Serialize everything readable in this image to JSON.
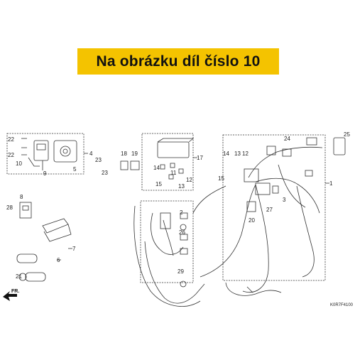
{
  "header": {
    "title": "Na obrázku díl číslo 10"
  },
  "diagram": {
    "code": "K0R7F4100",
    "direction_label": "FR.",
    "callouts": [
      "1",
      "2",
      "3",
      "4",
      "5",
      "6",
      "7",
      "8",
      "9",
      "10",
      "11",
      "12",
      "13",
      "14",
      "15",
      "17",
      "18",
      "19",
      "20",
      "21",
      "22",
      "23",
      "24",
      "25",
      "26",
      "27",
      "28",
      "29"
    ]
  }
}
